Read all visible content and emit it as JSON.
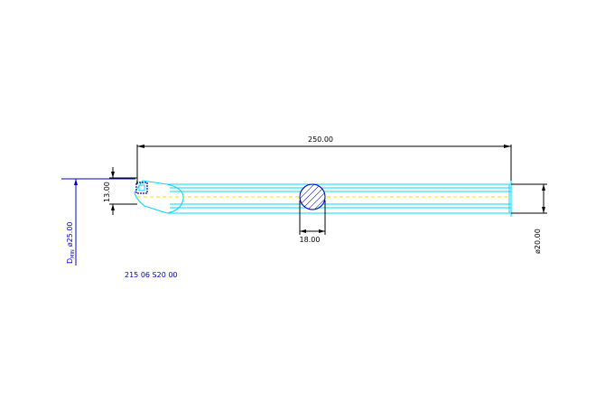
{
  "colors": {
    "outline": "#00d8ff",
    "centerline": "#f0e000",
    "dimension": "#000000",
    "label_blue": "#0000cc",
    "insert_blue": "#0000cc",
    "background": "#ffffff"
  },
  "dimensions": {
    "overall_length": "250.00",
    "neck_width": "18.00",
    "tip_offset": "13.00",
    "shank_diameter": "ø20.00",
    "dmin_prefix": "D",
    "dmin_subscript": "MIN",
    "dmin_value": "ø25.00"
  },
  "part_code": "215 06 S20 00"
}
